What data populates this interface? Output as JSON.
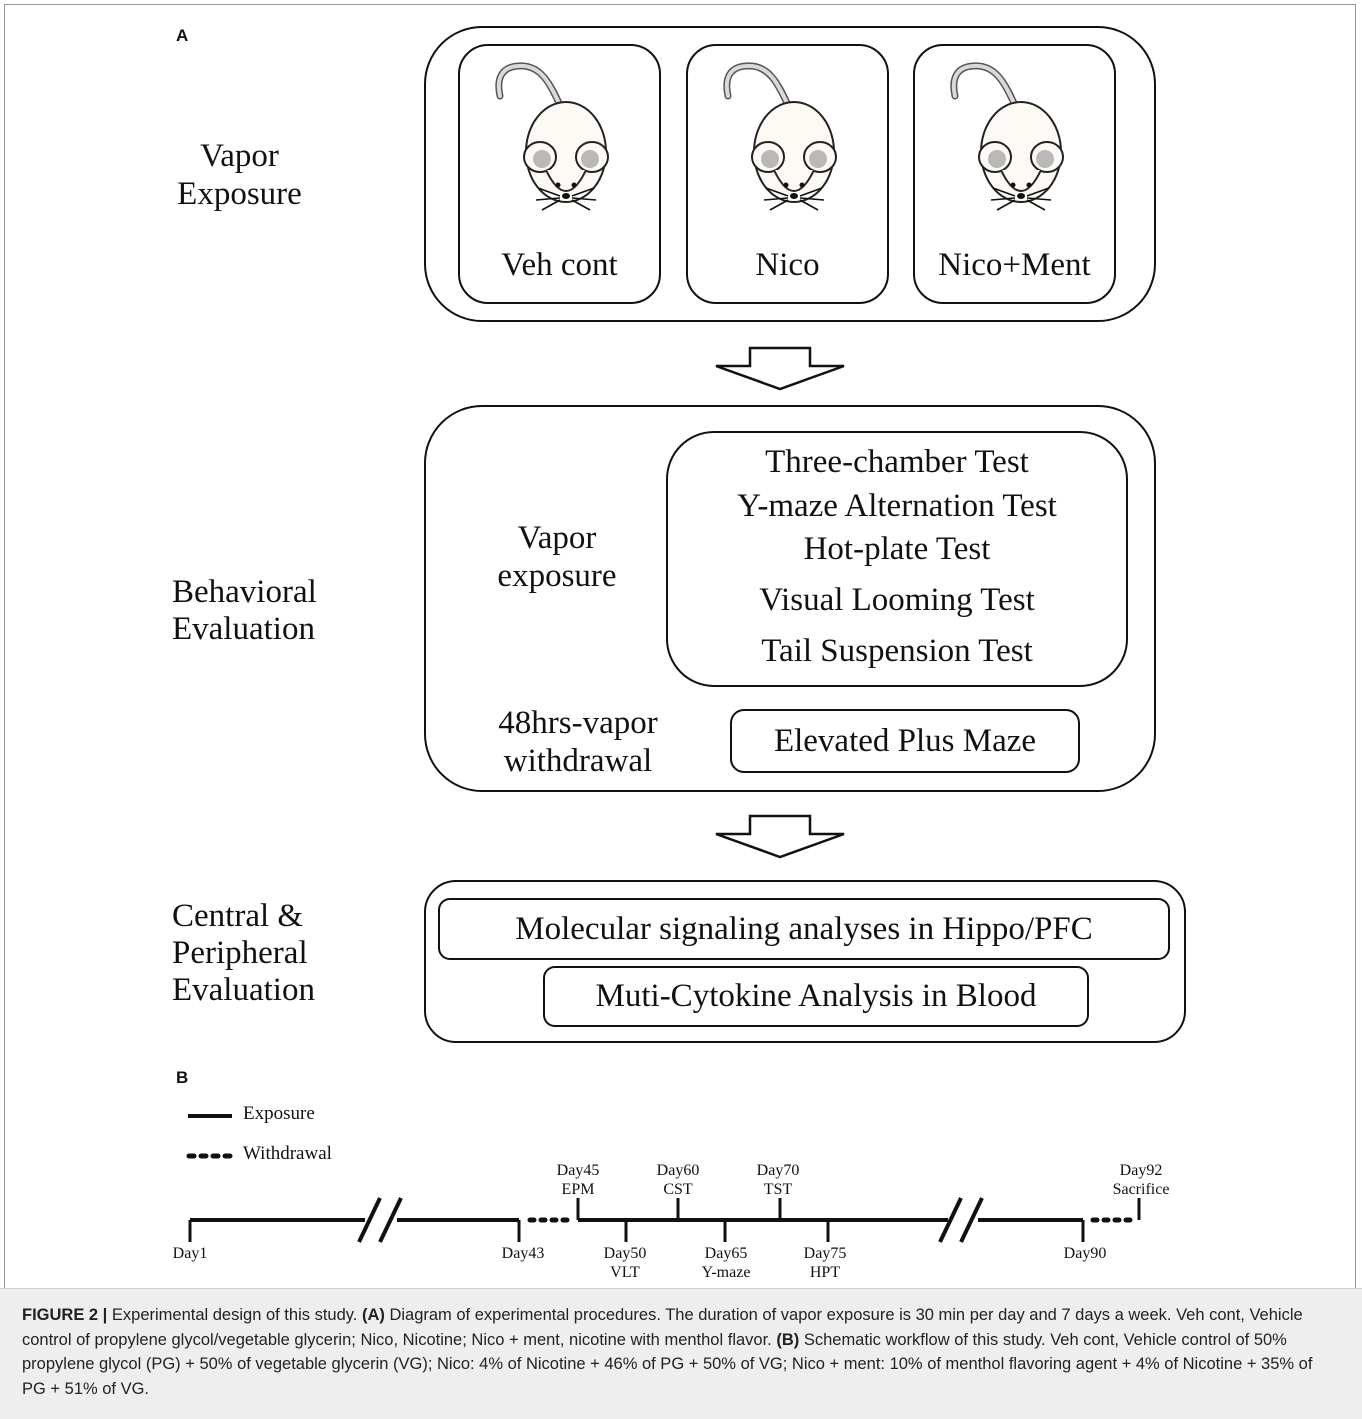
{
  "panel_a": {
    "letter": "A",
    "vapor_exposure": {
      "line1": "Vapor",
      "line2": "Exposure"
    },
    "mice": [
      "Veh cont",
      "Nico",
      "Nico+Ment"
    ],
    "behavioral": {
      "line1": "Behavioral",
      "line2": "Evaluation"
    },
    "vapor_exposure_inner": {
      "line1": "Vapor",
      "line2": "exposure"
    },
    "tests": [
      "Three-chamber Test",
      "Y-maze Alternation Test",
      "Hot-plate Test",
      "Visual Looming Test",
      "Tail Suspension Test"
    ],
    "withdrawal": {
      "line1": "48hrs-vapor",
      "line2": "withdrawal"
    },
    "epm": "Elevated Plus Maze",
    "central": {
      "line1": "Central &",
      "line2": "Peripheral",
      "line3": "Evaluation"
    },
    "molecular": "Molecular signaling analyses in Hippo/PFC",
    "cytokine": "Muti-Cytokine Analysis in Blood"
  },
  "panel_b": {
    "letter": "B",
    "legend": {
      "exposure": "Exposure",
      "withdrawal": "Withdrawal"
    },
    "below": [
      {
        "day": "Day1",
        "event": ""
      },
      {
        "day": "Day43",
        "event": ""
      },
      {
        "day": "Day50",
        "event": "VLT"
      },
      {
        "day": "Day65",
        "event": "Y-maze"
      },
      {
        "day": "Day75",
        "event": "HPT"
      },
      {
        "day": "Day90",
        "event": ""
      }
    ],
    "above": [
      {
        "day": "Day45",
        "event": "EPM"
      },
      {
        "day": "Day60",
        "event": "CST"
      },
      {
        "day": "Day70",
        "event": "TST"
      },
      {
        "day": "Day92",
        "event": "Sacrifice"
      }
    ]
  },
  "caption": {
    "figure_label": "FIGURE 2 |",
    "t1": " Experimental design of this study. ",
    "a_label": "(A)",
    "t2": " Diagram of experimental procedures. The duration of vapor exposure is 30 min per day and 7 days a week. Veh cont, Vehicle control of propylene glycol/vegetable glycerin; Nico, Nicotine; Nico + ment, nicotine with menthol flavor. ",
    "b_label": "(B)",
    "t3": " Schematic workflow of this study. Veh cont, Vehicle control of 50% propylene glycol (PG) + 50% of vegetable glycerin (VG); Nico: 4% of Nicotine + 46% of PG + 50% of VG; Nico + ment: 10% of menthol flavoring agent + 4% of Nicotine + 35% of PG + 51% of VG."
  }
}
